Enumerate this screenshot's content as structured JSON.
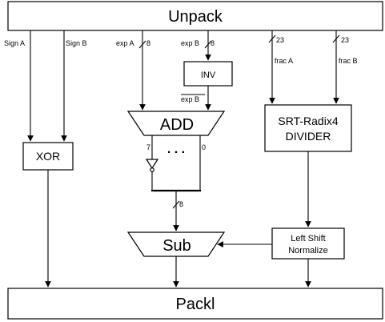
{
  "blocks": {
    "unpack": "Unpack",
    "pack": "Packl",
    "xor": "XOR",
    "inv": "INV",
    "add": "ADD",
    "sub": "Sub",
    "divider_line1": "SRT-Radix4",
    "divider_line2": "DIVIDER",
    "normalize_line1": "Left Shift",
    "normalize_line2": "Normalize"
  },
  "signals": {
    "sign_a": "Sign A",
    "sign_b": "Sign B",
    "exp_a": "exp A",
    "exp_b": "exp B",
    "exp_b_inv": "exp B",
    "frac_a": "frac A",
    "frac_b": "frac B"
  },
  "widths": {
    "exp_a": "8",
    "exp_b": "8",
    "frac_a": "23",
    "frac_b": "23",
    "sub_in": "8"
  },
  "add_bits": {
    "msb": "7",
    "lsb": "0",
    "ellipsis": ". . ."
  }
}
